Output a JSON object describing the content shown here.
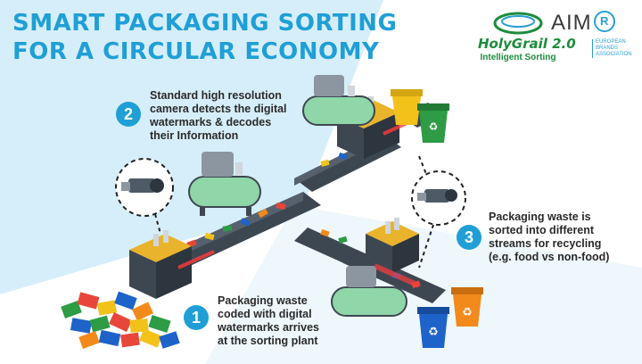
{
  "title": {
    "line1": "SMART PACKAGING SORTING",
    "line2": "FOR A CIRCULAR ECONOMY"
  },
  "logos": {
    "holygrail": {
      "name": "HolyGrail 2.0",
      "tagline": "Intelligent Sorting"
    },
    "aim": {
      "name": "AIM",
      "registered": "R",
      "association": [
        "EUROPEAN",
        "BRANDS",
        "ASSOCIATION"
      ]
    }
  },
  "steps": [
    {
      "number": "1",
      "lines": [
        "Packaging waste",
        "coded with digital",
        "watermarks arrives",
        "at the sorting plant"
      ]
    },
    {
      "number": "2",
      "lines": [
        "Standard high resolution",
        "camera detects the digital",
        "watermarks & decodes",
        "their Information"
      ]
    },
    {
      "number": "3",
      "lines": [
        "Packaging waste is",
        "sorted into different",
        "streams for recycling",
        "(e.g. food vs non-food)"
      ]
    }
  ],
  "colors": {
    "accent": "#1f9fd6",
    "background_light": "#d6eef9",
    "logo_green": "#1c8c3c",
    "conveyor_dark": "#3d4752",
    "tank_green": "#8fd6a8",
    "bin_yellow": "#f2c21b",
    "bin_green": "#2e9b45",
    "bin_orange": "#f28a1b",
    "bin_blue": "#1e63c9"
  }
}
